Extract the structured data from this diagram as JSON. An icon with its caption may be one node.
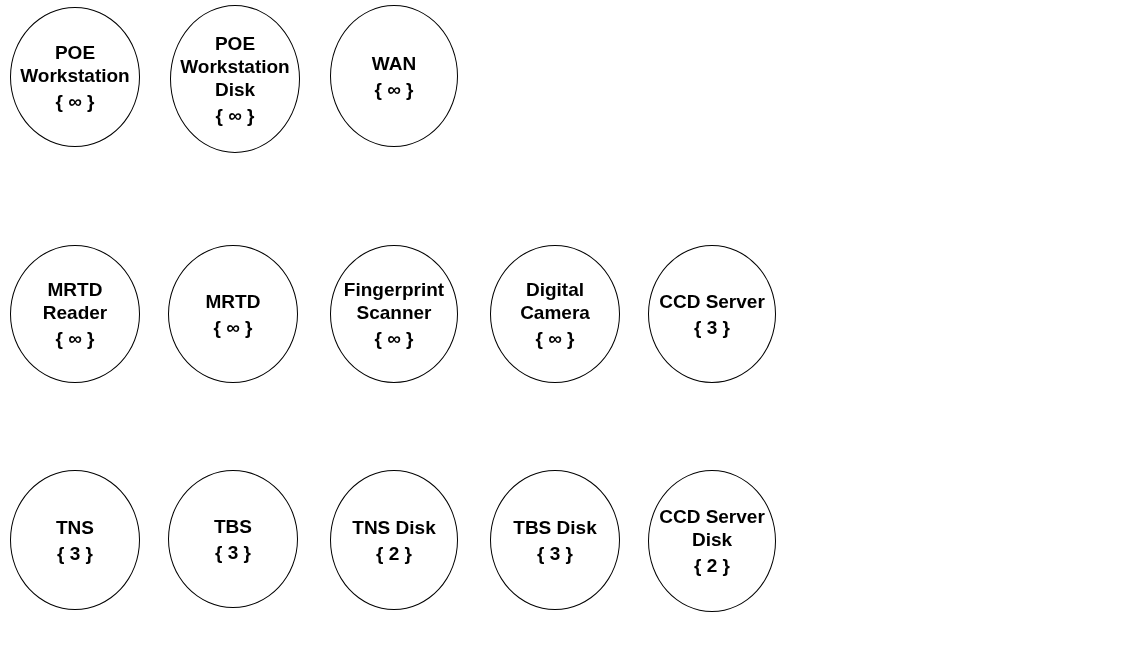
{
  "diagram": {
    "nodes": [
      {
        "text": [
          "POE Workstation",
          "{ ∞ }"
        ]
      },
      {
        "text": [
          "POE Workstation Disk",
          "{ ∞ }"
        ]
      },
      {
        "text": [
          "WAN",
          "{ ∞ }"
        ]
      },
      {
        "text": [
          "MRTD Reader",
          "{ ∞ }"
        ]
      },
      {
        "text": [
          "MRTD",
          "{ ∞ }"
        ]
      },
      {
        "text": [
          "Fingerprint Scanner",
          "{ ∞ }"
        ]
      },
      {
        "text": [
          "Digital Camera",
          "{ ∞ }"
        ]
      },
      {
        "text": [
          "CCD Server",
          "{ 3 }"
        ]
      },
      {
        "text": [
          "TNS",
          "{ 3 }"
        ]
      },
      {
        "text": [
          "TBS",
          "{ 3 }"
        ]
      },
      {
        "text": [
          "TNS Disk",
          "{ 2 }"
        ]
      },
      {
        "text": [
          "TBS Disk",
          "{ 3 }"
        ]
      },
      {
        "text": [
          "CCD Server Disk",
          "{ 2 }"
        ]
      }
    ]
  }
}
